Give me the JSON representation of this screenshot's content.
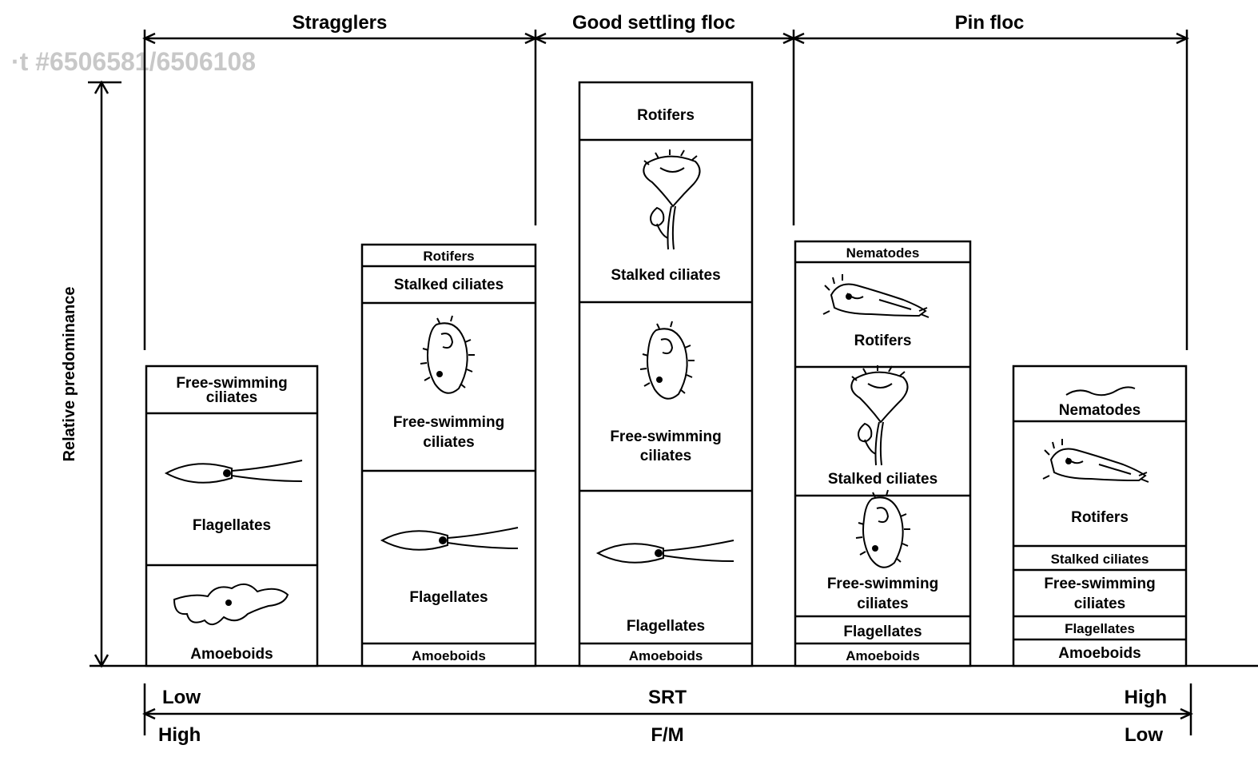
{
  "watermark": "·t #6506581/6506108",
  "y_axis_label": "Relative predominance",
  "phases": [
    "Stragglers",
    "Good settling floc",
    "Pin floc"
  ],
  "columns": [
    {
      "cells": [
        {
          "lines": [
            "Free-swimming",
            "ciliates"
          ],
          "icon": "ciliate"
        },
        {
          "lines": [
            "Flagellates"
          ],
          "icon": "flagellate"
        },
        {
          "lines": [
            "Amoeboids"
          ],
          "icon": "amoeba"
        }
      ]
    },
    {
      "cells": [
        {
          "lines": [
            "Rotifers"
          ]
        },
        {
          "lines": [
            "Stalked ciliates"
          ]
        },
        {
          "lines": [
            "Free-swimming",
            "ciliates"
          ],
          "icon": "ciliate"
        },
        {
          "lines": [
            "Flagellates"
          ],
          "icon": "flagellate"
        },
        {
          "lines": [
            "Amoeboids"
          ]
        }
      ]
    },
    {
      "cells": [
        {
          "lines": [
            "Rotifers"
          ]
        },
        {
          "lines": [
            "Stalked ciliates"
          ],
          "icon": "stalked-ciliate"
        },
        {
          "lines": [
            "Free-swimming",
            "ciliates"
          ],
          "icon": "ciliate"
        },
        {
          "lines": [
            "Flagellates"
          ],
          "icon": "flagellate"
        },
        {
          "lines": [
            "Amoeboids"
          ]
        }
      ]
    },
    {
      "cells": [
        {
          "lines": [
            "Nematodes"
          ]
        },
        {
          "lines": [
            "Rotifers"
          ],
          "icon": "rotifer"
        },
        {
          "lines": [
            "Stalked ciliates"
          ],
          "icon": "stalked-ciliate"
        },
        {
          "lines": [
            "Free-swimming",
            "ciliates"
          ],
          "icon": "ciliate"
        },
        {
          "lines": [
            "Flagellates"
          ]
        },
        {
          "lines": [
            "Amoeboids"
          ]
        }
      ]
    },
    {
      "cells": [
        {
          "lines": [
            "Nematodes"
          ],
          "icon": "nematode"
        },
        {
          "lines": [
            "Rotifers"
          ],
          "icon": "rotifer"
        },
        {
          "lines": [
            "Stalked ciliates"
          ]
        },
        {
          "lines": [
            "Free-swimming",
            "ciliates"
          ]
        },
        {
          "lines": [
            "Flagellates"
          ]
        },
        {
          "lines": [
            "Amoeboids"
          ]
        }
      ]
    }
  ],
  "srt_axis": {
    "left": "Low",
    "center": "SRT",
    "right": "High"
  },
  "fm_axis": {
    "left": "High",
    "center": "F/M",
    "right": "Low"
  }
}
